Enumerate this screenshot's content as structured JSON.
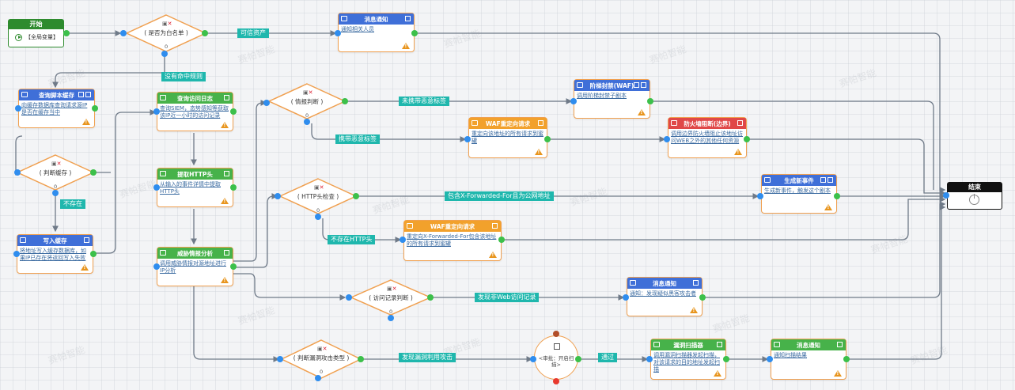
{
  "canvas": {
    "watermark_text": "赛帕智能"
  },
  "start": {
    "title": "开始",
    "body": "【全局变量】"
  },
  "end": {
    "title": "结束"
  },
  "decisions": [
    {
      "id": "whitelist",
      "label": "( 是否为白名单 )"
    },
    {
      "id": "cache-check",
      "label": "( 判断缓存 )"
    },
    {
      "id": "intel-check",
      "label": "( 情报判断 )"
    },
    {
      "id": "http-header",
      "label": "( HTTP头检查 )"
    },
    {
      "id": "access-record",
      "label": "( 访问记录判断 )"
    },
    {
      "id": "vuln-type",
      "label": "( 判断漏洞攻击类型 )"
    }
  ],
  "decision_zero": "0",
  "cards": [
    {
      "id": "notify-1",
      "title": "消息通知",
      "body": "通知相关人员"
    },
    {
      "id": "query-cache",
      "title": "查询脚本缓存",
      "body": "向缓存数据库查询请求源IP是否在缓存当中"
    },
    {
      "id": "write-cache",
      "title": "写入缓存",
      "body": "将地址写入缓存数据库，如果IP已存在将返回写入失败"
    },
    {
      "id": "query-log",
      "title": "查询访问日志",
      "body": "查询SIEM，态势感知等获取该IP近一小时的访问记录"
    },
    {
      "id": "extract-http",
      "title": "提取HTTP头",
      "body": "从输入的事件详情中提取HTTP头"
    },
    {
      "id": "threat-intel",
      "title": "威胁情报分析",
      "body": "调用威胁情报对源地址进行IP分析"
    },
    {
      "id": "waf-block",
      "title": "阶梯封禁(WAF)",
      "body": "调用阶梯封禁子剧本"
    },
    {
      "id": "waf-redirect-1",
      "title": "WAF重定向请求",
      "body": "重定向该地址的所有请求到蜜罐"
    },
    {
      "id": "fw-block",
      "title": "防火墙阻断(边界)",
      "body": "调用边界防火墙阻止该地址访问WEB之外的其他任何资源"
    },
    {
      "id": "new-event",
      "title": "生成新事件",
      "body": "生成新事件，触发这个剧本"
    },
    {
      "id": "waf-redirect-2",
      "title": "WAF重定向请求",
      "body": "重定向X-Forwarded-For包含该地址的所有请求到蜜罐"
    },
    {
      "id": "notify-2",
      "title": "消息通知",
      "body": "通知：发现疑似黑客攻击者"
    },
    {
      "id": "vuln-scan",
      "title": "漏洞扫描器",
      "body": "调用漏洞扫描器发起扫描，对该请求的目的地址发起扫描"
    },
    {
      "id": "notify-3",
      "title": "消息通知",
      "body": "通知扫描结果"
    }
  ],
  "approval": {
    "text": "<审批：开启扫描>"
  },
  "edge_labels": [
    {
      "id": "trusted",
      "text": "可信资产"
    },
    {
      "id": "no-rule",
      "text": "没有命中规则"
    },
    {
      "id": "not-exist",
      "text": "不存在"
    },
    {
      "id": "no-malicious",
      "text": "未携带恶意标签"
    },
    {
      "id": "malicious",
      "text": "携带恶意标签"
    },
    {
      "id": "xff-public",
      "text": "包含X-Forwarded-For且为公网地址"
    },
    {
      "id": "no-http",
      "text": "不存在HTTP头"
    },
    {
      "id": "non-web",
      "text": "发现非Web访问记录"
    },
    {
      "id": "vuln-attack",
      "text": "发现漏洞利用攻击"
    },
    {
      "id": "passed",
      "text": "通过"
    }
  ],
  "colors": {
    "edge": "#6f7a88",
    "card_border": "#f0a050",
    "label_bg": "#1fb7ad",
    "header_blue": "#3f6fd8",
    "header_green": "#47b24a",
    "header_orange": "#f2a12c",
    "header_red": "#e04848",
    "start_green": "#2e8b2e",
    "end_black": "#111111",
    "port_blue": "#2f8dee",
    "port_green": "#3cc04a"
  }
}
